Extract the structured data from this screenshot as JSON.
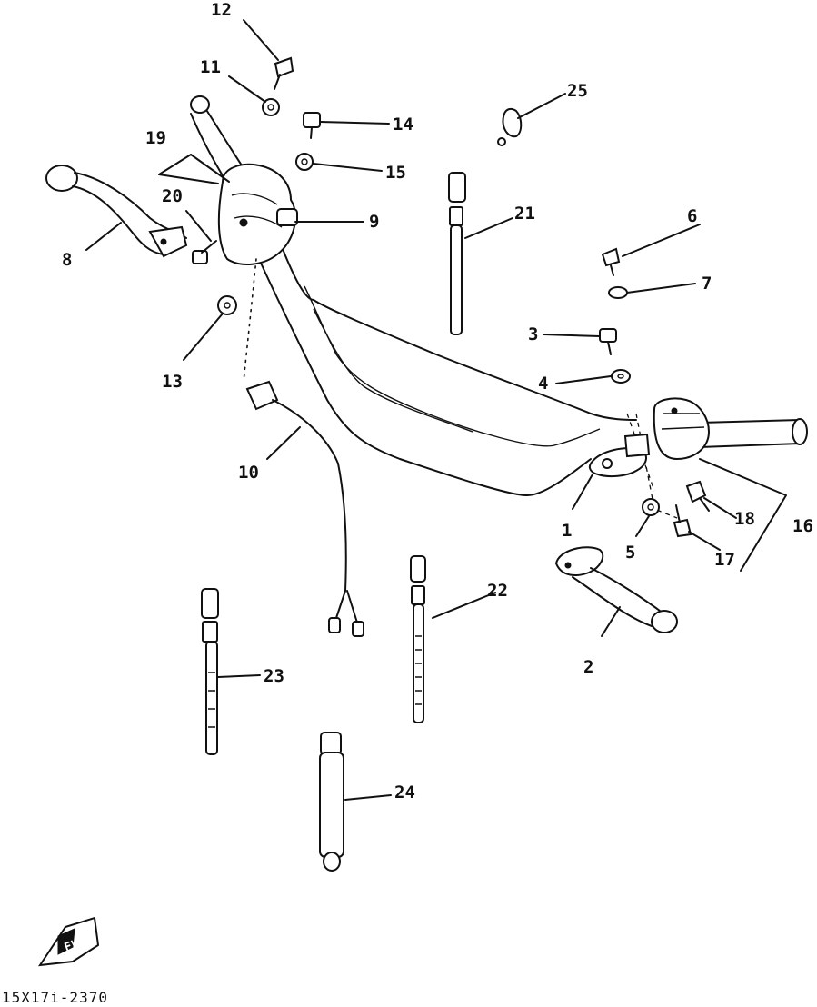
{
  "callouts": [
    {
      "id": "c1",
      "text": "1"
    },
    {
      "id": "c2",
      "text": "2"
    },
    {
      "id": "c3",
      "text": "3"
    },
    {
      "id": "c4",
      "text": "4"
    },
    {
      "id": "c5",
      "text": "5"
    },
    {
      "id": "c6",
      "text": "6"
    },
    {
      "id": "c7",
      "text": "7"
    },
    {
      "id": "c8",
      "text": "8"
    },
    {
      "id": "c9",
      "text": "9"
    },
    {
      "id": "c10",
      "text": "10"
    },
    {
      "id": "c11",
      "text": "11"
    },
    {
      "id": "c12",
      "text": "12"
    },
    {
      "id": "c13",
      "text": "13"
    },
    {
      "id": "c14",
      "text": "14"
    },
    {
      "id": "c15",
      "text": "15"
    },
    {
      "id": "c16",
      "text": "16"
    },
    {
      "id": "c17",
      "text": "17"
    },
    {
      "id": "c18",
      "text": "18"
    },
    {
      "id": "c19",
      "text": "19"
    },
    {
      "id": "c20",
      "text": "20"
    },
    {
      "id": "c21",
      "text": "21"
    },
    {
      "id": "c22",
      "text": "22"
    },
    {
      "id": "c23",
      "text": "23"
    },
    {
      "id": "c24",
      "text": "24"
    },
    {
      "id": "c25",
      "text": "25"
    }
  ],
  "footer": {
    "drawing_code": "15X17i-2370",
    "logo_text": "FWD"
  },
  "colors": {
    "ink": "#111111",
    "paper": "#ffffff"
  }
}
